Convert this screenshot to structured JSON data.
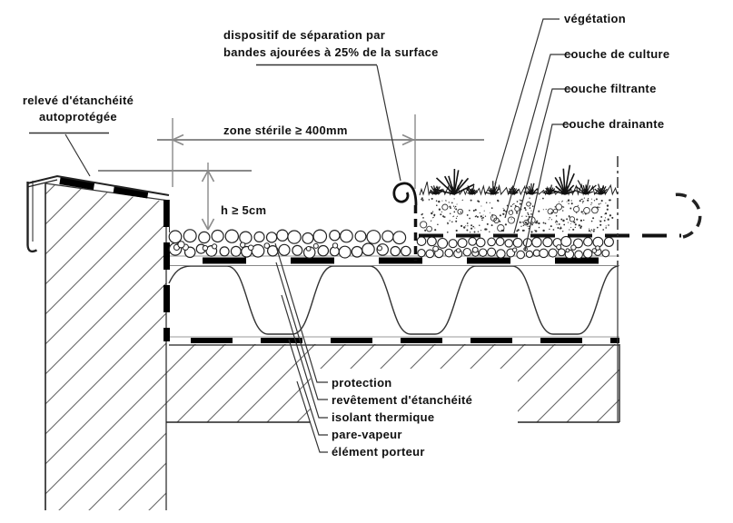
{
  "labels": {
    "releve_line1": "relevé d'étanchéité",
    "releve_line2": "autoprotégée",
    "dispositif_line1": "dispositif de séparation par",
    "dispositif_line2": "bandes ajourées à 25% de la surface",
    "zone_sterile": "zone stérile ≥ 400mm",
    "hauteur": "h ≥ 5cm",
    "vegetation": "végétation",
    "couche_culture": "couche de culture",
    "couche_filtrante": "couche filtrante",
    "couche_drainante": "couche drainante",
    "protection": "protection",
    "revetement": "revêtement d'étanchéité",
    "isolant": "isolant thermique",
    "pare_vapeur": "pare-vapeur",
    "element_porteur": "élément porteur"
  },
  "colors": {
    "line": "#1a1a1a",
    "membrane": "#000000",
    "dimension": "#8a8a8a",
    "hatch": "#666666",
    "background": "#ffffff"
  }
}
